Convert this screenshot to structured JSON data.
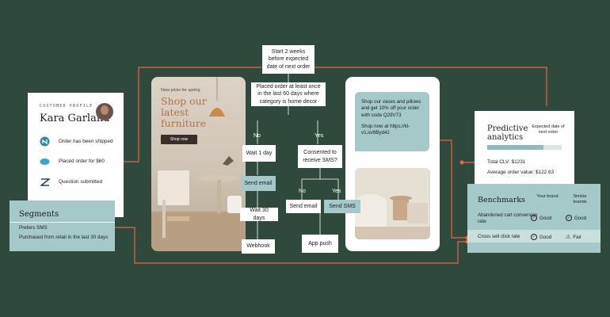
{
  "profile": {
    "caption": "CUSTOMER PROFILE",
    "name": "Kara Garland",
    "events": [
      {
        "icon": "n-icon",
        "label": "Order has been shipped"
      },
      {
        "icon": "salesforce-icon",
        "label": "Placed order for $60"
      },
      {
        "icon": "zendesk-icon",
        "label": "Question submitted"
      }
    ]
  },
  "segments": {
    "title": "Segments",
    "items": [
      "Prefers SMS",
      "Purchased from retail in the last 30 days"
    ]
  },
  "email_preview": {
    "subtitle": "New picks for spring",
    "headline": "Shop our latest furniture",
    "button": "Shop now"
  },
  "flow": {
    "start": "Start 2 weeks before expected date of next order",
    "condition": "Placed order at least once in the last 60 days where category is home decor",
    "no": "No",
    "yes": "Yes",
    "wait1": "Wait 1 day",
    "send_email_left": "Send email",
    "wait30": "Wait 30 days",
    "webhook": "Webhook",
    "consent": "Consented to receive SMS?",
    "no2": "No",
    "yes2": "Yes",
    "send_email_right": "Send email",
    "send_sms": "Send SMS",
    "app_push": "App push"
  },
  "sms_preview": {
    "message": "Shop our vases and pillows and get 10% off your order with code Q29V73",
    "link": "Shop now at https://kl-v1.io/8Byd42"
  },
  "predictive": {
    "title": "Predictive analytics",
    "expected": "Expected date of next order",
    "progress": 0.75,
    "clv": "Total CLV: $1231",
    "aov": "Average order value: $122.63"
  },
  "benchmarks": {
    "title": "Benchmarks",
    "col_your": "Your brand",
    "col_similar": "Similar brands",
    "rows": [
      {
        "metric": "Abandoned cart conversion rate",
        "your": "Good",
        "similar": "Good"
      },
      {
        "metric": "Cross sell click rate",
        "your": "Good",
        "similar": "Fair"
      }
    ]
  },
  "colors": {
    "background": "#2f4a3c",
    "teal": "#a5c9c8",
    "connector": "#e8634a",
    "headline": "#b0744a"
  }
}
